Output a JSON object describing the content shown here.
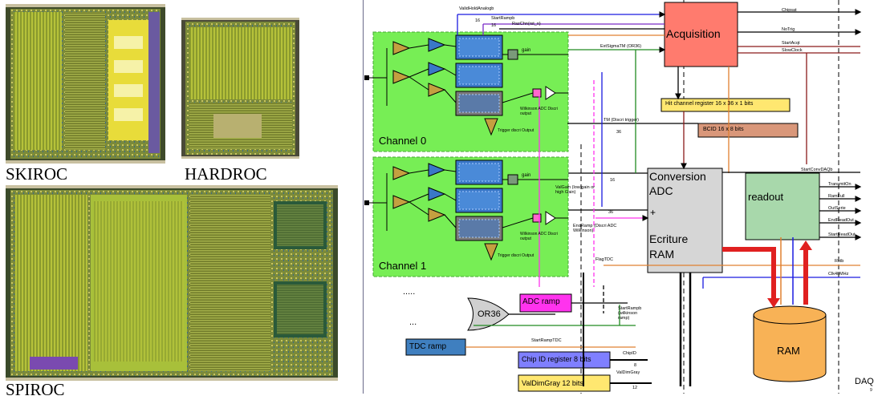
{
  "chips": {
    "skiroc": {
      "label": "SKIROC"
    },
    "hardroc": {
      "label": "HARDROC"
    },
    "spiroc": {
      "label": "SPIROC"
    }
  },
  "diagram": {
    "channels": [
      {
        "label": "Channel 0",
        "gain_label": "gain",
        "wilkinson_label": "Wilkinson ADC Discri output",
        "trigger_label": "Trigger discri Output"
      },
      {
        "label": "Channel 1",
        "gain_label": "gain",
        "wilkinson_label": "Wilkinson ADC Discri output",
        "trigger_label": "Trigger discri Output"
      }
    ],
    "ellipsis": ".....",
    "ellipsis2": "...",
    "blocks": {
      "acquisition": "Acquisition",
      "hit_register": "Hit channel register 16 x 36 x 1 bits",
      "bcid": "BCID 16 x 8 bits",
      "conversion": [
        "Conversion",
        "ADC",
        "+",
        "Ecriture",
        "RAM"
      ],
      "readout": "readout",
      "ram": "RAM",
      "or36": "OR36",
      "adc_ramp": "ADC ramp",
      "tdc_ramp": "TDC ramp",
      "chip_id": "Chip ID register 8 bits",
      "valdimgray": "ValDimGray 12 bits"
    },
    "signals": {
      "valid_hold": "ValidHoldAnalogb",
      "start_rampb": "StartRampb",
      "rst_chip": "RazChn(rst_n)",
      "n16a": "16",
      "n16b": "16",
      "ext_sigma": "ExtSigmaTM (OR36)",
      "chipsat": "Chipsat",
      "notrig": "NoTrig",
      "startacq": "StartAcqt",
      "slowclock": "SlowClock",
      "tm": "TM (Discri trigger)",
      "n36": "36",
      "startconv": "StartConvDAQb",
      "transmiton": "TransmitOn",
      "ramfull": "RamFull",
      "outserie": "OutSerie",
      "endreadout": "EndReadOut",
      "startreadout": "StartReadOut",
      "rstb": "Rstb",
      "clk40": "Clk40MHz",
      "valgain": "ValGain (low gain or high Gain)",
      "n16c": "16",
      "endramp": "EndRamp (Discri ADC Wilkinson)",
      "n36b": "36",
      "flagtdc": "FlagTDC",
      "startrampb_wilk": "StartRampb (wilkinson ramp)",
      "startramptdc": "StartRampTDC",
      "chipid": "ChipID",
      "n8": "8",
      "valdimgray_sig": "ValDimGray",
      "n12": "12"
    },
    "footer": "DAQ",
    "page_number": "9"
  },
  "colors": {
    "channel_bg": "#77ee55",
    "acquisition": "#ff7b6e",
    "register_yellow": "#ffe770",
    "bcid": "#d9977a",
    "conversion": "#d6d6d6",
    "readout": "#a8d8ab",
    "ram": "#f8b256",
    "or36": "#d0d0d0",
    "adc_ramp": "#ff33ee",
    "tdc_ramp": "#3f7fbf",
    "chip_id": "#7f7fff"
  }
}
